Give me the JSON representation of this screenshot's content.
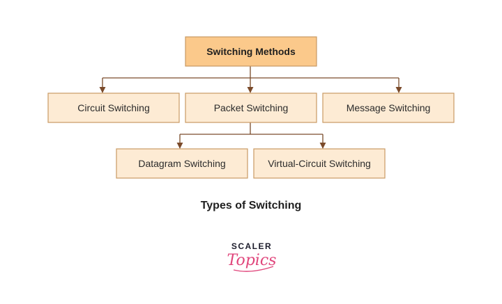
{
  "diagram": {
    "root": {
      "label": "Switching Methods"
    },
    "level1": [
      {
        "label": "Circuit Switching"
      },
      {
        "label": "Packet Switching"
      },
      {
        "label": "Message Switching"
      }
    ],
    "level2": [
      {
        "label": "Datagram Switching"
      },
      {
        "label": "Virtual-Circuit Switching"
      }
    ],
    "caption": "Types of Switching"
  },
  "logo": {
    "wordmark": "SCALER",
    "script": "Topics",
    "wordmark_color": "#1c1c2b",
    "script_color": "#e0457b"
  },
  "colors": {
    "root_fill": "#fbc98b",
    "node_fill": "#fdebd4",
    "node_border": "#c99a63",
    "connector": "#7a4a2a"
  }
}
